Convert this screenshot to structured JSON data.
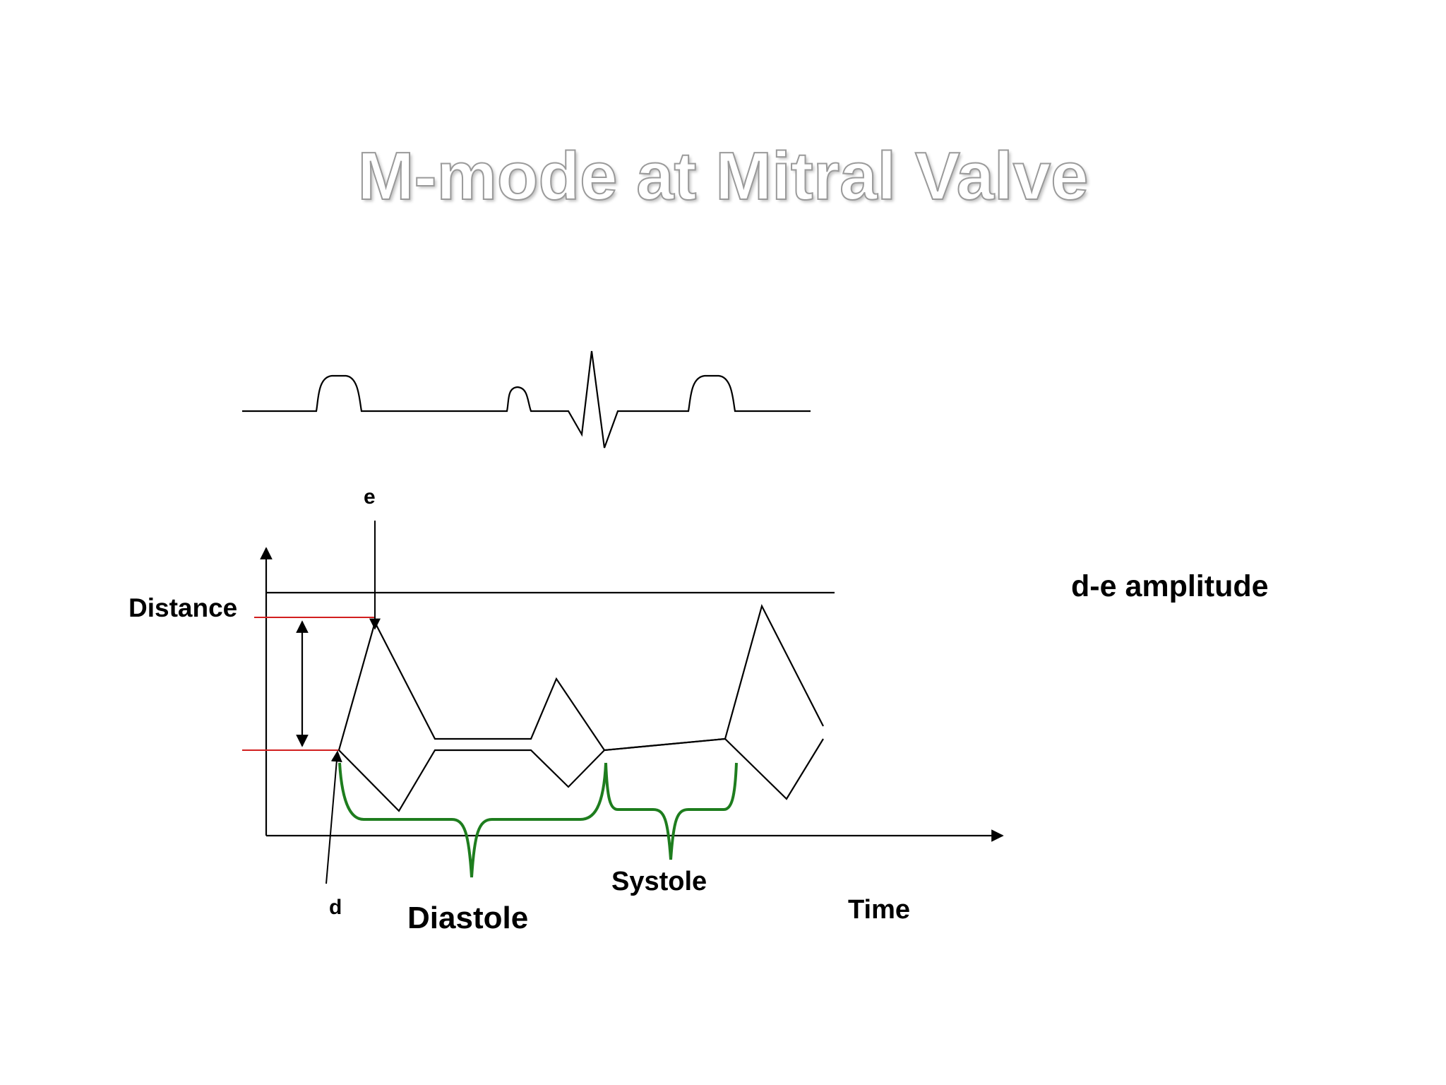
{
  "slide": {
    "title": "M-mode at Mitral Valve",
    "side_note": "d-e amplitude"
  },
  "diagram": {
    "axis_y_label": "Distance",
    "axis_x_label": "Time",
    "point_d": "d",
    "point_e": "e",
    "phase_diastole": "Diastole",
    "phase_systole": "Systole"
  },
  "colors": {
    "trace": "#000000",
    "reference_lines": "#d21f1f",
    "braces": "#1e7d1e",
    "title_outline": "#9a9a9a"
  }
}
